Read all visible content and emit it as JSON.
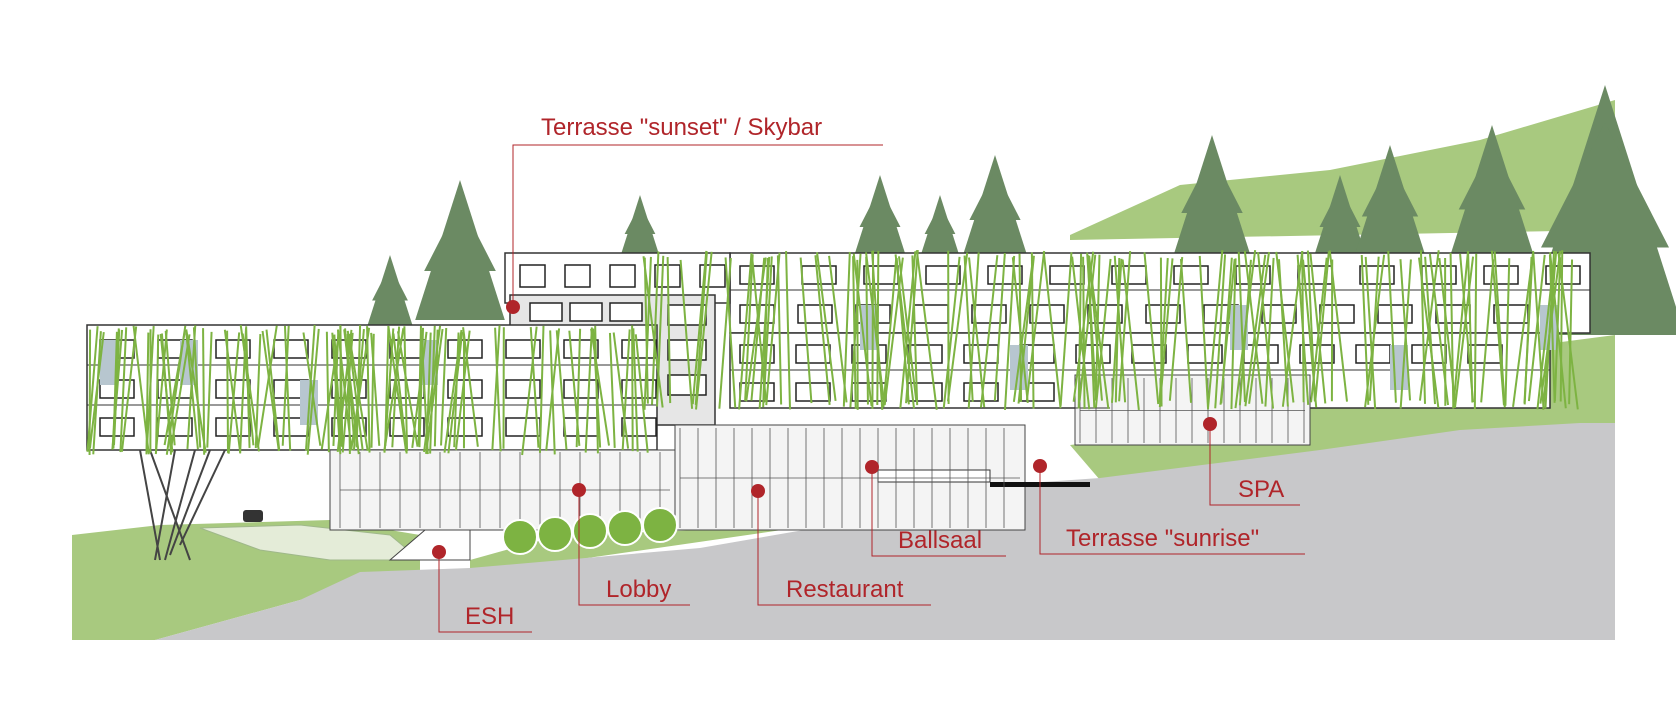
{
  "labels": {
    "terrasse_sunset": "Terrasse \"sunset\" / Skybar",
    "spa": "SPA",
    "ballsaal": "Ballsaal",
    "terrasse_sunrise": "Terrasse \"sunrise\"",
    "lobby": "Lobby",
    "restaurant": "Restaurant",
    "esh": "ESH"
  },
  "colors": {
    "accent": "#b0252a",
    "grass": "#a8c97f",
    "tree": "#6b8a63",
    "road": "#c8c8ca",
    "facade_green": "#7db342",
    "glass": "#b7c6cf"
  }
}
